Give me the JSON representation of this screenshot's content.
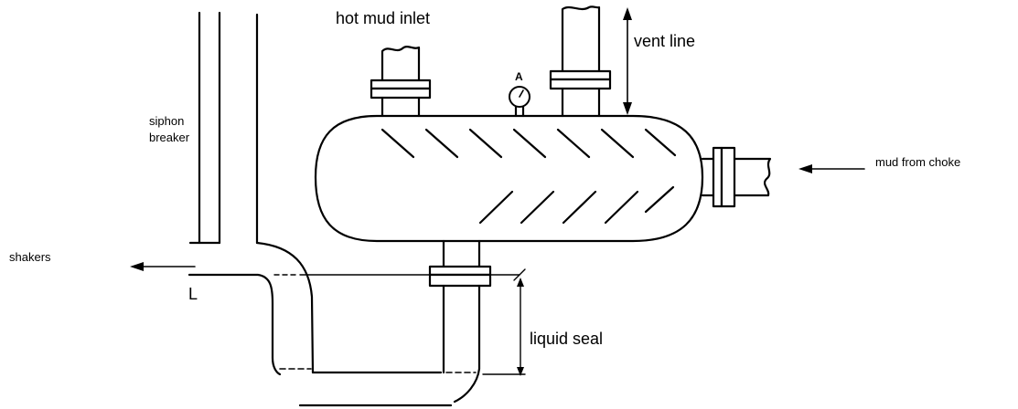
{
  "labels": {
    "hot_mud_inlet": "hot mud inlet",
    "vent_line": "vent line",
    "siphon": "siphon",
    "breaker": "breaker",
    "mud_from_choke": "mud from choke",
    "shakers": "shakers",
    "l_mark": "L",
    "gauge_letter": "A",
    "liquid_seal": "liquid seal"
  }
}
